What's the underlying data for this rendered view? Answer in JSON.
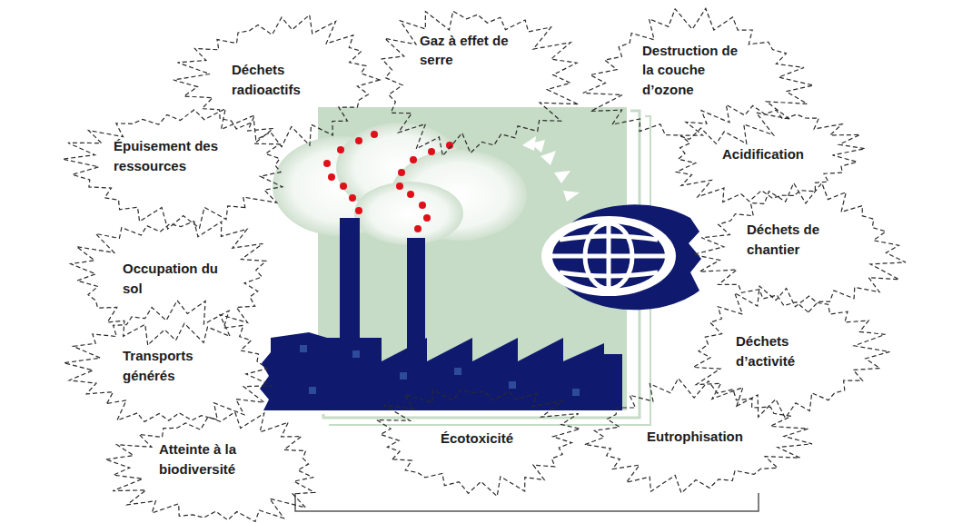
{
  "diagram": {
    "nodes": [
      {
        "text": [
          "Déchets radioactifs"
        ]
      },
      {
        "text": [
          "Gaz à effet de serre"
        ]
      },
      {
        "text": [
          "Destruction de la couche d’ozone"
        ]
      },
      {
        "text": [
          "Épuisement des ressources"
        ]
      },
      {
        "text": [
          "Acidification"
        ]
      },
      {
        "text": [
          "Déchets de chantier"
        ]
      },
      {
        "text": [
          "Occupation du sol"
        ]
      },
      {
        "text": [
          "Déchets d’activité"
        ]
      },
      {
        "text": [
          "Transports générés"
        ]
      },
      {
        "text": [
          "Écotoxicité"
        ]
      },
      {
        "text": [
          "Eutrophisation"
        ]
      },
      {
        "text": [
          "Atteinte à la biodiversité"
        ]
      }
    ]
  }
}
